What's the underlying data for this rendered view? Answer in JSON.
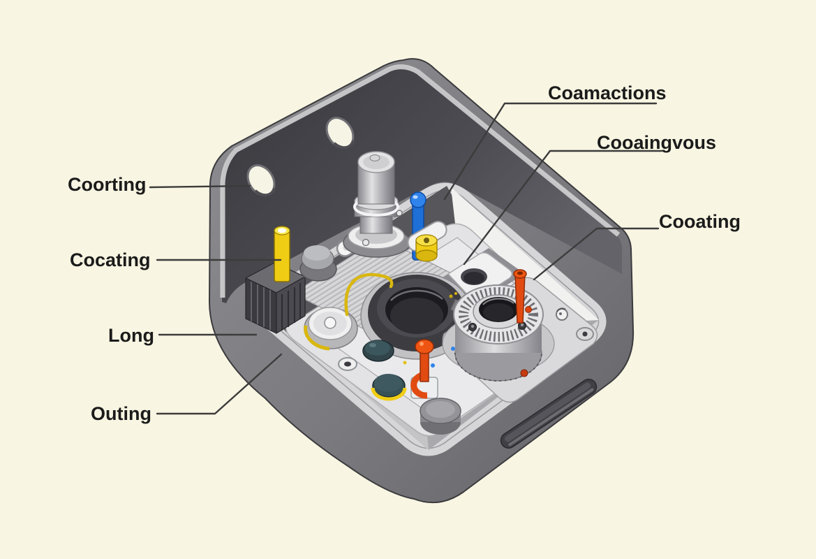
{
  "colors": {
    "background": "#f8f5e2",
    "label_text": "#1b1b1b",
    "leader_line": "#3c3c3c",
    "accent_yellow": "#f0cd15",
    "accent_yellow_dark": "#d9b70f",
    "accent_blue": "#1e6fd6",
    "accent_blue_light": "#2f83ea",
    "accent_orange": "#e14b12",
    "accent_orange_light": "#ee5513",
    "accent_teal": "#31454a",
    "body_gray": "#77777b"
  },
  "callouts": {
    "coamactions": {
      "text": "Coamactions"
    },
    "cooaingvous": {
      "text": "Cooaingvous"
    },
    "cooating": {
      "text": "Cooating"
    },
    "coorting": {
      "text": "Coorting"
    },
    "cocating": {
      "text": "Cocating"
    },
    "long": {
      "text": "Long"
    },
    "outing": {
      "text": "Outing"
    }
  }
}
